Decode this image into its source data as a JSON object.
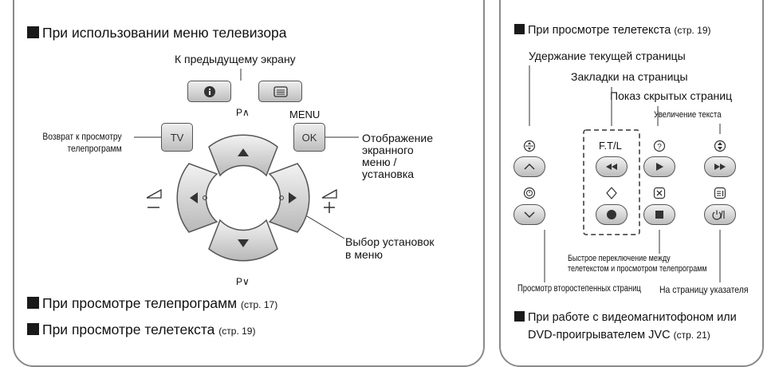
{
  "left": {
    "heading": "При использовании меню телевизора",
    "prev_screen": "К предыдущему экрану",
    "return_label": "Возврат к просмотру\nтелепрограмм",
    "tv_button": "TV",
    "ok_button": "OK",
    "menu_label": "MENU",
    "display_label": "Отображение\nэкранного\nменю /\nустановка",
    "p_up": "P∧",
    "p_down": "P∨",
    "select_label": "Выбор установок\nв меню",
    "footer1_main": "При просмотре телепрограмм",
    "footer1_page": "(стр. 17)",
    "footer2_main": "При просмотре телетекста",
    "footer2_page": "(стр. 19)"
  },
  "right": {
    "heading_main": "При просмотре телетекста",
    "heading_page": "(стр. 19)",
    "hold_page": "Удержание текущей страницы",
    "bookmarks": "Закладки на страницы",
    "show_hidden": "Показ скрытых страниц",
    "enlarge_text": "Увеличение текста",
    "ftl_label": "F.T/L",
    "fast_switch": "Быстрое переключение между\nтелетекстом и просмотром телепрограмм",
    "subpages": "Просмотр второстепенных страниц",
    "index_page": "На страницу указателя",
    "footer_line1": "При работе с видеомагнитофоном или",
    "footer_line2_main": "DVD-проигрывателем JVC",
    "footer_line2_page": "(стр. 21)"
  },
  "icons": [
    "info-icon",
    "teletext-icon",
    "up-arrow-icon",
    "down-arrow-icon",
    "left-arrow-icon",
    "right-arrow-icon",
    "volume-minus-icon",
    "volume-plus-icon",
    "hold-icon",
    "reveal-icon",
    "size-icon",
    "subpage-icon",
    "cancel-icon",
    "index-icon",
    "bookmark-icon",
    "rewind-icon",
    "play-icon",
    "fast-forward-icon",
    "record-icon",
    "stop-icon",
    "standby-icon"
  ]
}
